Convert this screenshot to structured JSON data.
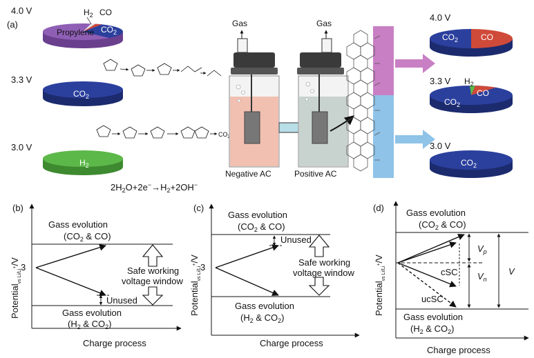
{
  "panel_a": {
    "label": "(a)",
    "left_pies": {
      "v40": "4.0 V",
      "v33": "3.3 V",
      "v30": "3.0 V",
      "propylene": "Propylene",
      "co2": "CO",
      "co2_sub": "2",
      "h2": "H",
      "h2_sub": "2",
      "co": "CO"
    },
    "gas_left": "Gas",
    "gas_right": "Gas",
    "negative_ac": "Negative AC",
    "positive_ac": "Positive AC",
    "reaction": {
      "prefix": "2H",
      "sub1": "2",
      "middle": "O+2e",
      "sup": "−",
      "arrow": "→",
      "h": "H",
      "sub2": "2",
      "suffix": "+2OH",
      "sup2": "−"
    },
    "mechanism_co2": "CO",
    "mechanism_co2_sub": "2",
    "right_pies": {
      "v40": "4.0 V",
      "v33": "3.3 V",
      "v30": "3.0 V",
      "co2": "CO",
      "co2_sub": "2",
      "co": "CO",
      "h2": "H",
      "h2_sub": "2"
    },
    "colors": {
      "co2": "#2b3f9c",
      "co": "#d04a3a",
      "propylene": "#8e5fb5",
      "h2": "#5cb848",
      "negative_liquid": "#f2c0b0",
      "positive_liquid": "#c8d2cf",
      "carbon_top": "#c97fc3",
      "carbon_bottom": "#8fc4e8"
    }
  },
  "panel_b": {
    "label": "(b)",
    "top_line1": "Gass evolution",
    "top_line2": "(CO",
    "top_line2_sub": "2",
    "top_line2_end": " & CO)",
    "tick": "3",
    "window1": "Safe working",
    "window2": "voltage window",
    "unused": "Unused",
    "bottom_line1": "Gass evolution",
    "bottom_line2": "(H",
    "bottom_line2_sub": "2",
    "bottom_line2_end": " & CO",
    "bottom_line2_sub2": "2",
    "bottom_line2_close": ")",
    "ylabel_main": "Potential",
    "ylabel_sub": "vs Li/Li",
    "ylabel_sup": "+",
    "ylabel_unit": "/V",
    "xlabel": "Charge process"
  },
  "panel_c": {
    "label": "(c)",
    "top_line1": "Gass evolution",
    "top_line2": "(CO",
    "top_line2_sub": "2",
    "top_line2_end": " & CO)",
    "tick": "3",
    "unused": "Unused",
    "window1": "Safe working",
    "window2": "voltage window",
    "bottom_line1": "Gass evolution",
    "bottom_line2": "(H",
    "bottom_line2_sub": "2",
    "bottom_line2_end": " & CO",
    "bottom_line2_sub2": "2",
    "bottom_line2_close": ")",
    "ylabel_main": "Potential",
    "ylabel_sub": "vs Li/Li",
    "ylabel_sup": "+",
    "ylabel_unit": "/V",
    "xlabel": "Charge process"
  },
  "panel_d": {
    "label": "(d)",
    "top_line1": "Gass evolution",
    "top_line2": "(CO",
    "top_line2_sub": "2",
    "top_line2_end": " & CO)",
    "vp": "V",
    "vp_sub": "p",
    "vn": "V",
    "vn_sub": "n",
    "v": "V",
    "csc": "cSC",
    "ucsc": "ucSC",
    "bottom_line1": "Gass evolution",
    "bottom_line2": "(H",
    "bottom_line2_sub": "2",
    "bottom_line2_end": " & CO",
    "bottom_line2_sub2": "2",
    "bottom_line2_close": ")",
    "ylabel_main": "Potential",
    "ylabel_sub": "vs Li/Li",
    "ylabel_sup": "+",
    "ylabel_unit": "/V",
    "xlabel": "Charge process"
  }
}
